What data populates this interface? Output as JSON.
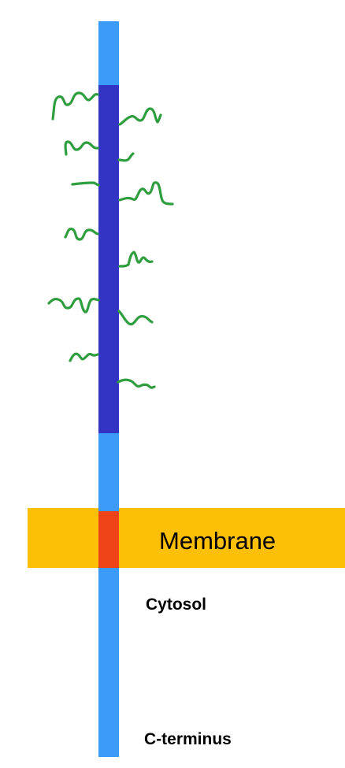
{
  "labels": {
    "membrane": "Membrane",
    "cytosol": "Cytosol",
    "c_terminus": "C-terminus"
  },
  "colors": {
    "protein_backbone": "#3C9AF8",
    "glycosylated_domain": "#3333C4",
    "transmembrane_segment": "#F04418",
    "membrane": "#FDC006",
    "glycan_chains": "#2E9E3E",
    "text": "#000000"
  }
}
